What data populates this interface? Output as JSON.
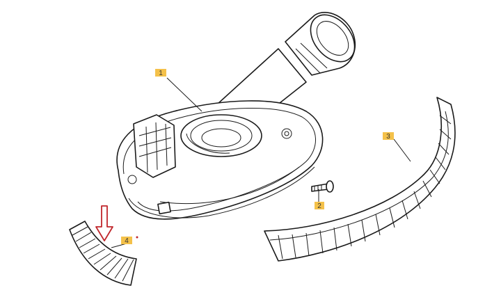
{
  "diagram": {
    "callouts": [
      {
        "id": "1",
        "label": "1"
      },
      {
        "id": "2",
        "label": "2"
      },
      {
        "id": "3",
        "label": "3"
      },
      {
        "id": "4",
        "label": "4"
      }
    ],
    "colors": {
      "label_background": "#f4c14a",
      "arrow": "#c0262b",
      "line": "#1a1a1a"
    }
  }
}
